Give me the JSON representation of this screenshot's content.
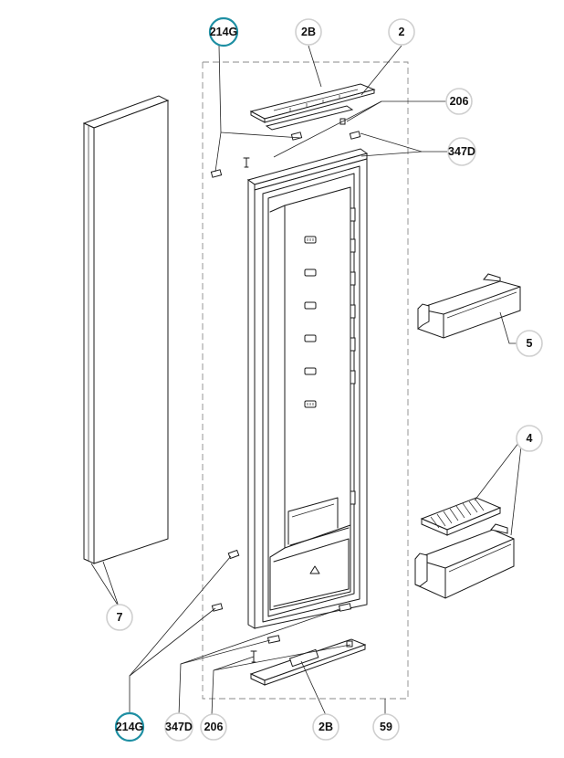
{
  "callouts": {
    "c214g_top": "214G",
    "c2b_top": "2B",
    "c2_top": "2",
    "c206_right": "206",
    "c347d_right": "347D",
    "c5": "5",
    "c4": "4",
    "c7": "7",
    "c214g_bottom": "214G",
    "c347d_bottom": "347D",
    "c206_bottom": "206",
    "c2b_bottom": "2B",
    "c59": "59"
  },
  "colors": {
    "highlight": "#1e8fa3",
    "bubble_border": "#cfcfcf",
    "line": "#1a1a1a",
    "dashed_frame": "#8a8a8a"
  }
}
